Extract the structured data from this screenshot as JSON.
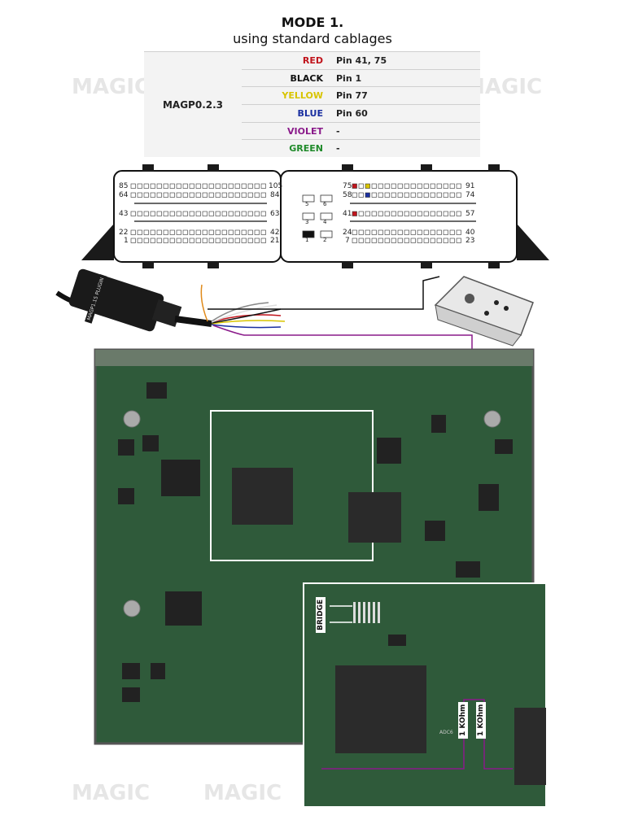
{
  "title": {
    "mode": "MODE 1.",
    "subtitle": "using standard cablages"
  },
  "table": {
    "model": "MAGP0.2.3",
    "rows": [
      {
        "color_name": "RED",
        "color": "#c0141c",
        "pins": "Pin 41, 75"
      },
      {
        "color_name": "BLACK",
        "color": "#111111",
        "pins": "Pin 1"
      },
      {
        "color_name": "YELLOW",
        "color": "#d8c400",
        "pins": "Pin 77"
      },
      {
        "color_name": "BLUE",
        "color": "#1a2fa0",
        "pins": "Pin 60"
      },
      {
        "color_name": "VIOLET",
        "color": "#8a1a8a",
        "pins": "-"
      },
      {
        "color_name": "GREEN",
        "color": "#1f8a2a",
        "pins": "-"
      }
    ]
  },
  "connector": {
    "left_labels": {
      "r1l": "85",
      "r1r": "105",
      "r2l": "64",
      "r2r": "84",
      "r3l": "43",
      "r3r": "63",
      "r4l": "22",
      "r4r": "42",
      "r5l": "1",
      "r5r": "21"
    },
    "right_labels": {
      "r1l": "75",
      "r1r": "91",
      "r2l": "58",
      "r2r": "74",
      "r3l": "41",
      "r3r": "57",
      "r4l": "24",
      "r4r": "40",
      "r5l": "7",
      "r5r": "23"
    },
    "power_pins": [
      "5",
      "6",
      "3",
      "4",
      "1",
      "2"
    ]
  },
  "cable_label": "MAGP1.15 PLUGIN",
  "watermark": "MAGIC",
  "board": {
    "bridge_label": "BRIDGE",
    "resistor_labels": [
      "1 KOhm",
      "1 KOhm"
    ],
    "silk": "ADC6"
  },
  "colors": {
    "pcb": "#2f5a3a",
    "pcb_dark": "#1e3d28",
    "violet_wire": "#8a1a8a",
    "orange_wire": "#e08a1a"
  }
}
